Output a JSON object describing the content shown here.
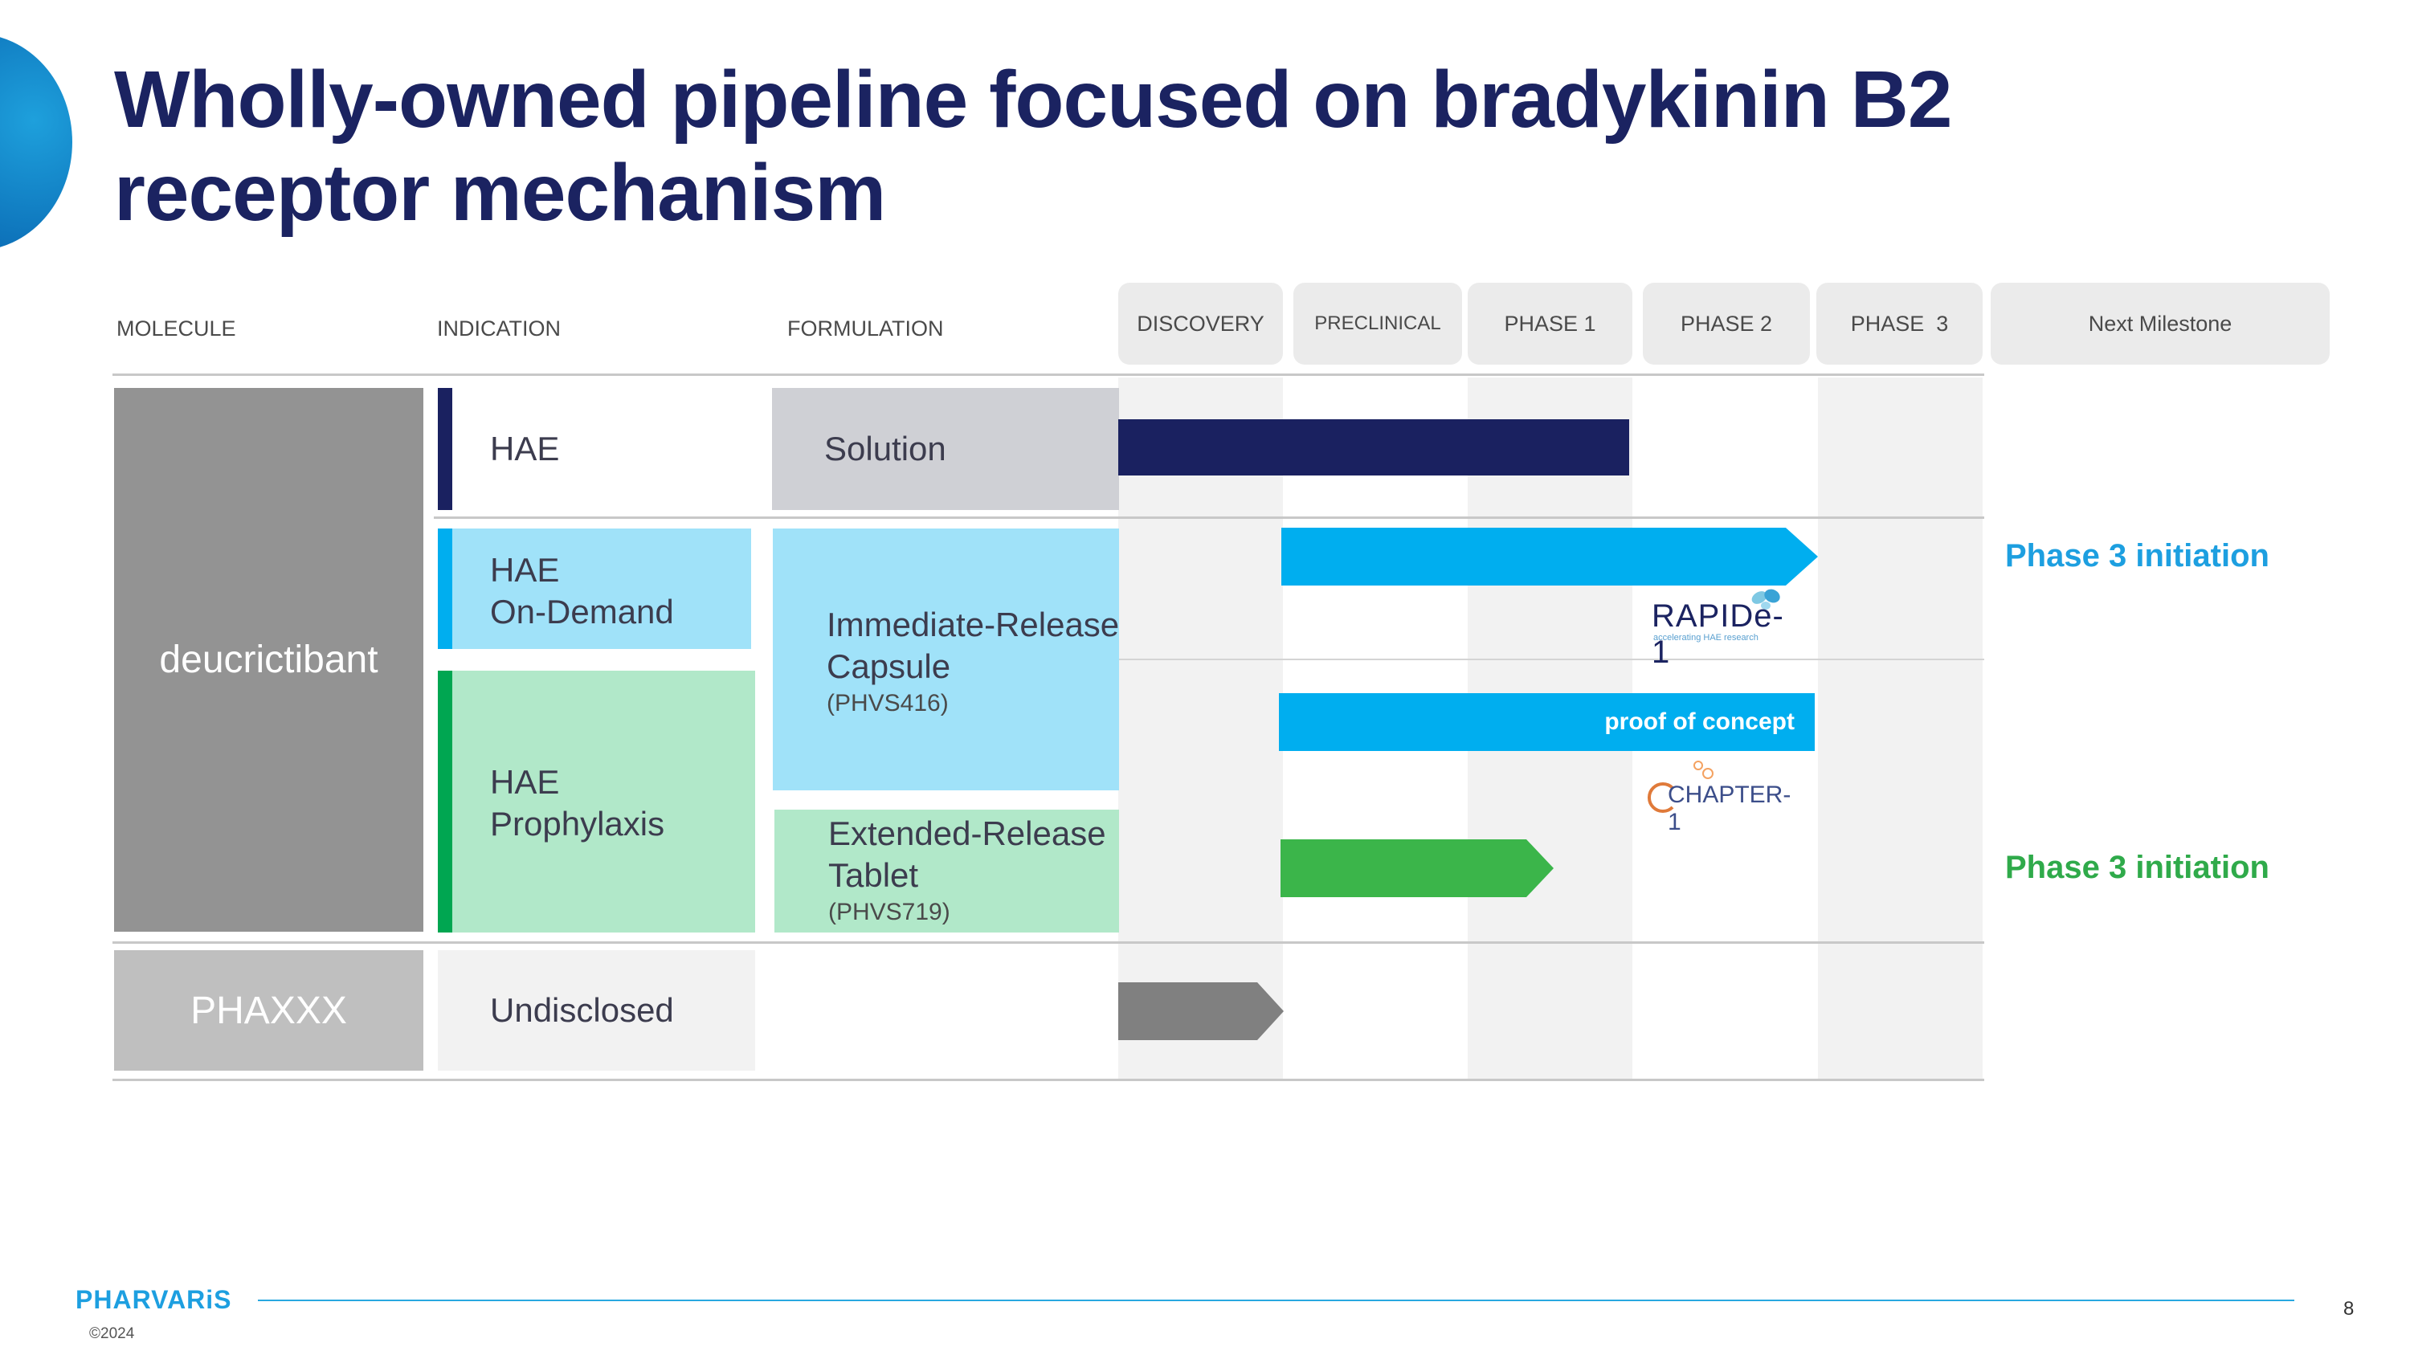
{
  "title": "Wholly-owned pipeline focused on bradykinin B2 receptor mechanism",
  "columns": {
    "molecule": "MOLECULE",
    "indication": "INDICATION",
    "formulation": "FORMULATION",
    "phases": [
      "DISCOVERY",
      "PRECLINICAL",
      "PHASE 1",
      "PHASE 2",
      "PHASE  3"
    ],
    "milestone": "Next Milestone"
  },
  "molecules": [
    "deucrictibant",
    "PHAXXX"
  ],
  "indications": {
    "hae": "HAE",
    "on_demand_line1": "HAE",
    "on_demand_line2": "On-Demand",
    "prophylaxis_line1": "HAE",
    "prophylaxis_line2": "Prophylaxis",
    "undisclosed": "Undisclosed"
  },
  "formulations": {
    "solution": "Solution",
    "ir_line1": "Immediate-Release",
    "ir_line2": "Capsule",
    "ir_code": "(PHVS416)",
    "er_line1": "Extended-Release",
    "er_line2": "Tablet",
    "er_code": "(PHVS719)"
  },
  "bars": [
    {
      "row": "HAE - Solution",
      "progress_end": "PHASE 1 complete",
      "color": "#1a2160"
    },
    {
      "row": "HAE On-Demand",
      "progress_end": "PHASE 2 complete",
      "color": "#00aeef",
      "study": "RAPIDe-1"
    },
    {
      "row": "HAE Prophylaxis (IR)",
      "progress_end": "PHASE 2 complete",
      "color": "#00aeef",
      "label": "proof of concept",
      "study": "CHAPTER-1"
    },
    {
      "row": "HAE Prophylaxis (ER)",
      "progress_end": "PHASE 1",
      "color": "#3bb54a"
    },
    {
      "row": "PHAXXX",
      "progress_end": "DISCOVERY complete",
      "color": "#808080"
    }
  ],
  "bar_label_poc": "proof of concept",
  "studies": {
    "rapide_main": "RAPIDe-1",
    "rapide_sub": "accelerating HAE research",
    "chapter": "CHAPTER-1"
  },
  "milestones": {
    "on_demand": "Phase 3 initiation",
    "prophylaxis": "Phase 3 initiation"
  },
  "colors": {
    "navy": "#1a2160",
    "cyan": "#00aeef",
    "green": "#3bb54a",
    "light_blue": "#a0e2f9",
    "light_green": "#b1e8c9",
    "gray_bar": "#808080"
  },
  "footer": {
    "brand": "PHARVARiS",
    "copyright": "©2024",
    "page_number": "8"
  }
}
